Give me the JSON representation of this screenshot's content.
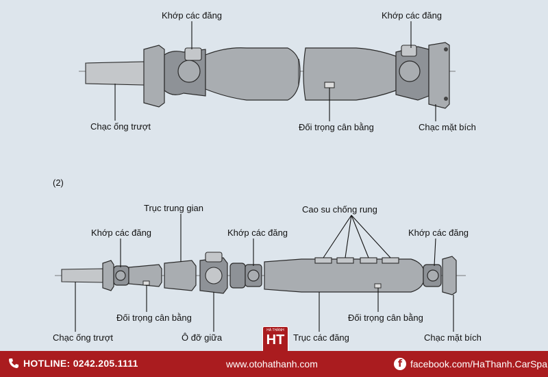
{
  "diagram1": {
    "label_joint_left": "Khớp các đăng",
    "label_joint_right": "Khớp các đăng",
    "label_slip_yoke": "Chạc ống trượt",
    "label_balance": "Đối trọng cân bằng",
    "label_flange_yoke": "Chạc mặt bích"
  },
  "diagram2": {
    "number": "(2)",
    "label_intermediate": "Trục trung gian",
    "label_rubber": "Cao su chống rung",
    "label_joint_1": "Khớp các đăng",
    "label_joint_2": "Khớp các đăng",
    "label_joint_3": "Khớp các đăng",
    "label_balance_1": "Đối trọng cân bằng",
    "label_balance_2": "Đối trọng cân bằng",
    "label_slip_yoke": "Chạc ống trượt",
    "label_center_bearing": "Ô đỡ giữa",
    "label_shaft": "Trục các đăng",
    "label_flange_yoke": "Chạc mặt bích"
  },
  "footer": {
    "hotline": "HOTLINE: 0242.205.1111",
    "website": "www.otohathanh.com",
    "facebook": "facebook.com/HaThanh.CarSpa"
  },
  "logo": {
    "top": "HÀ THÀNH",
    "mark": "HT"
  },
  "colors": {
    "background": "#dde5ec",
    "footer": "#aa1c1f",
    "part": "#a9adb1"
  }
}
